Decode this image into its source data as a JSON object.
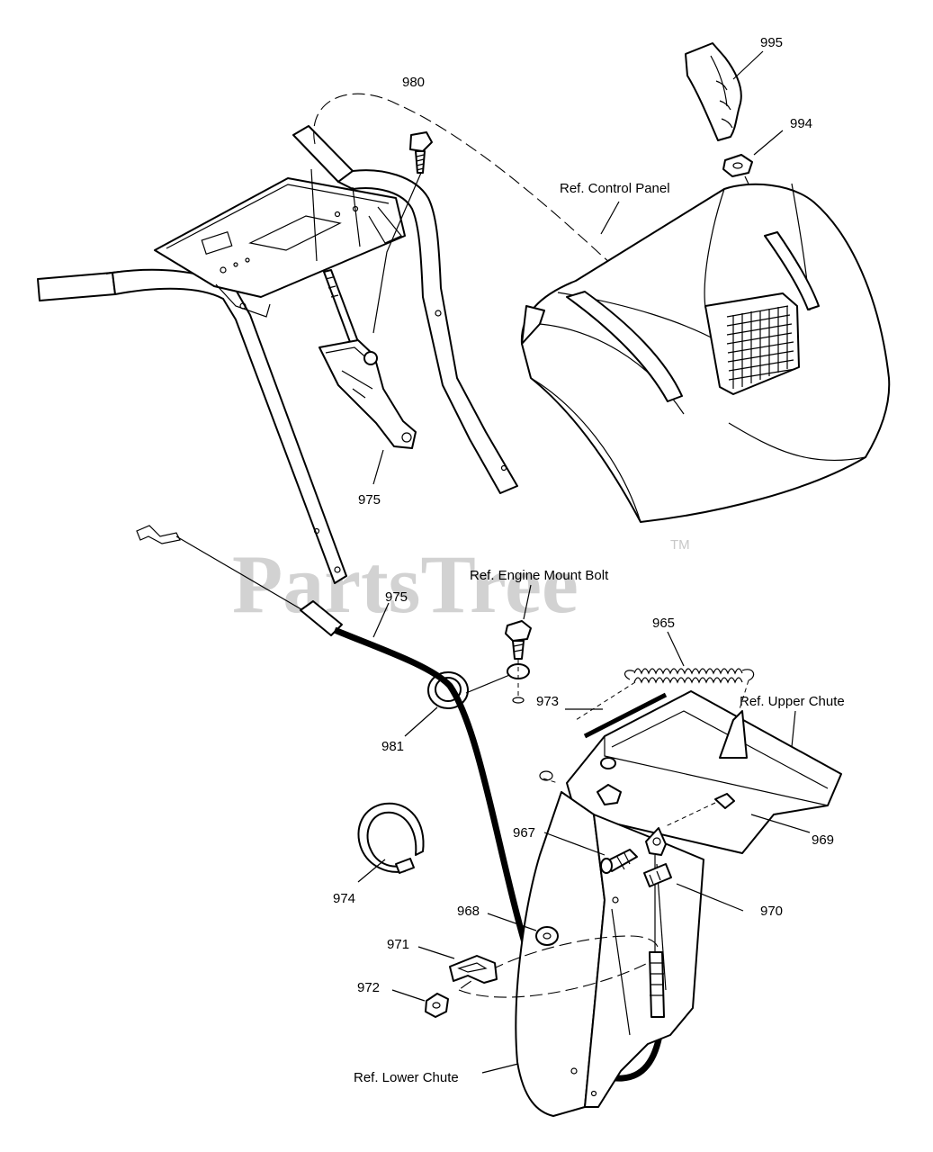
{
  "watermark": {
    "text": "PartsTree",
    "trademark": "TM"
  },
  "labels": {
    "p980": "980",
    "p995": "995",
    "p994": "994",
    "ref_control_panel": "Ref. Control Panel",
    "p975_upper": "975",
    "p975_lower": "975",
    "ref_engine_mount_bolt": "Ref. Engine Mount Bolt",
    "p965": "965",
    "ref_upper_chute": "Ref. Upper Chute",
    "p973": "973",
    "p981": "981",
    "p969": "969",
    "p967": "967",
    "p970": "970",
    "p974": "974",
    "p968": "968",
    "p971": "971",
    "p972": "972",
    "ref_lower_chute": "Ref. Lower Chute"
  }
}
